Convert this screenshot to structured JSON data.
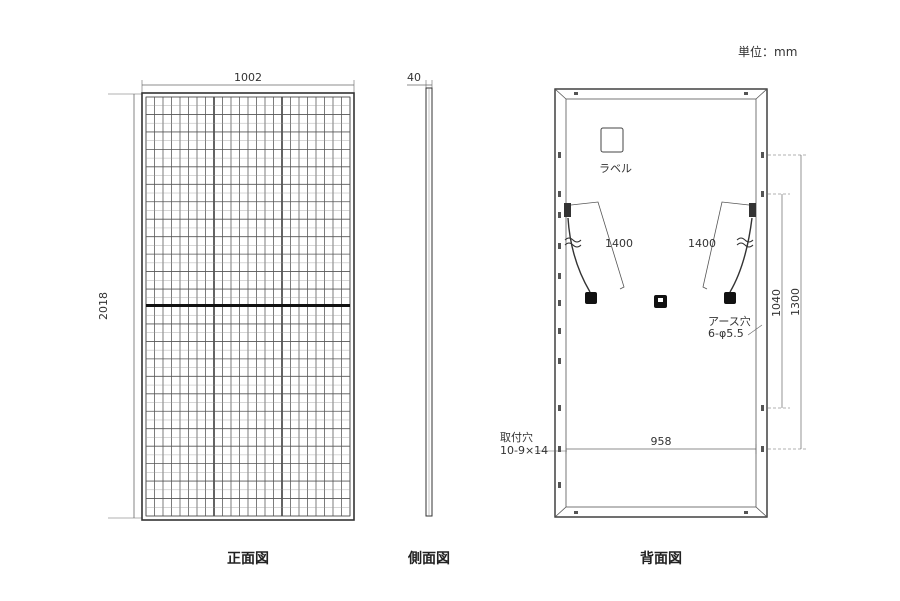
{
  "unit_label": "単位：mm",
  "front": {
    "caption": "正面図",
    "width_label": "1002",
    "height_label": "2018"
  },
  "side": {
    "caption": "側面図",
    "thickness_label": "40"
  },
  "back": {
    "caption": "背面図",
    "label_text": "ラベル",
    "cable_left_label": "1400",
    "cable_right_label": "1400",
    "earth_hole_line1": "アース穴",
    "earth_hole_line2": "6-φ5.5",
    "mount_hole_line1": "取付穴",
    "mount_hole_line2": "10-9×14",
    "hole_pitch_x_label": "958",
    "dim_1040_label": "1040",
    "dim_1300_label": "1300"
  }
}
